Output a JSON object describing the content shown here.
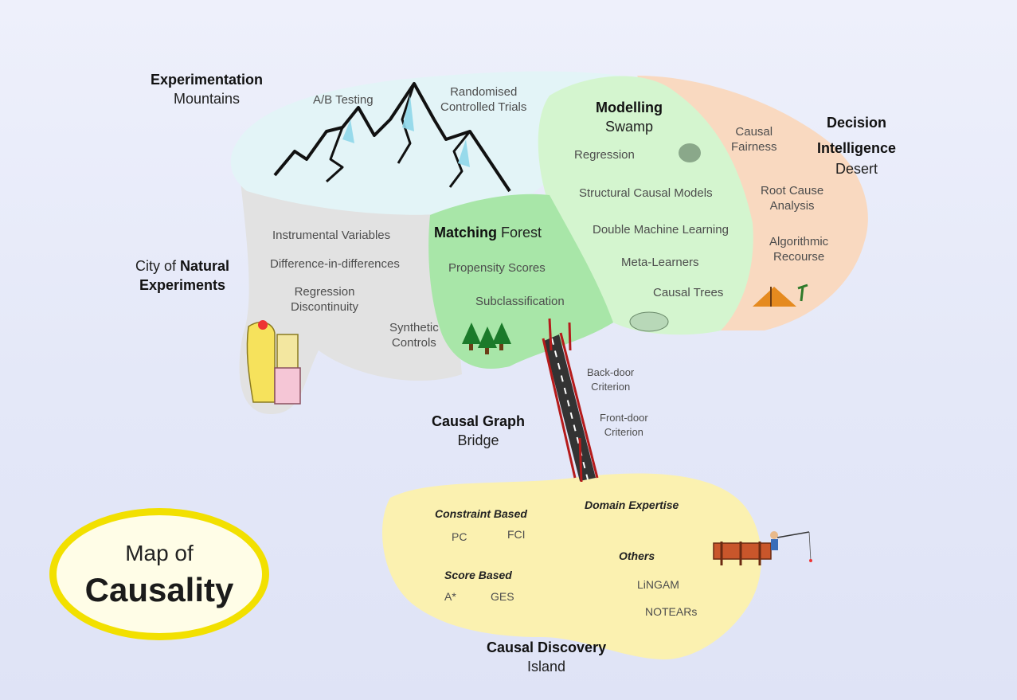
{
  "badge": {
    "line1": "Map of",
    "line2": "Causality"
  },
  "regions": {
    "experimentation": {
      "title_bold": "Experimentation",
      "title_rest": "Mountains",
      "items": [
        "A/B Testing",
        "Randomised",
        "Controlled Trials"
      ]
    },
    "natural": {
      "title_prefix": "City of",
      "title_bold1": "Natural",
      "title_bold2": "Experiments",
      "items": [
        "Instrumental Variables",
        "Difference-in-differences",
        "Regression",
        "Discontinuity",
        "Synthetic",
        "Controls"
      ]
    },
    "matching": {
      "title_bold": "Matching",
      "title_rest": "Forest",
      "items": [
        "Propensity Scores",
        "Subclassification"
      ]
    },
    "modelling": {
      "title_bold": "Modelling",
      "title_rest": "Swamp",
      "items": [
        "Regression",
        "Structural Causal Models",
        "Double Machine Learning",
        "Meta-Learners",
        "Causal Trees"
      ]
    },
    "decision": {
      "title_bold1": "Decision",
      "title_bold2": "Intelligence",
      "title_rest": "Desert",
      "items": [
        "Causal",
        "Fairness",
        "Root Cause",
        "Analysis",
        "Algorithmic",
        "Recourse"
      ]
    },
    "bridge": {
      "title_bold": "Causal Graph",
      "title_rest": "Bridge",
      "items": [
        "Back-door",
        "Criterion",
        "Front-door",
        "Criterion"
      ]
    },
    "island": {
      "title_bold": "Causal Discovery",
      "title_rest": "Island",
      "groups": [
        "Constraint Based",
        "Domain Expertise",
        "Score Based",
        "Others"
      ],
      "items": [
        "PC",
        "FCI",
        "A*",
        "GES",
        "LiNGAM",
        "NOTEARs"
      ]
    }
  },
  "colors": {
    "sea": "#e6e9f7",
    "mountains": "#e3f4f7",
    "natural": "#e2e2e2",
    "forest": "#a8e6a8",
    "swamp": "#d4f5cf",
    "desert": "#f9d9c0",
    "island": "#fbf1b0",
    "badge_border": "#f2e000"
  }
}
